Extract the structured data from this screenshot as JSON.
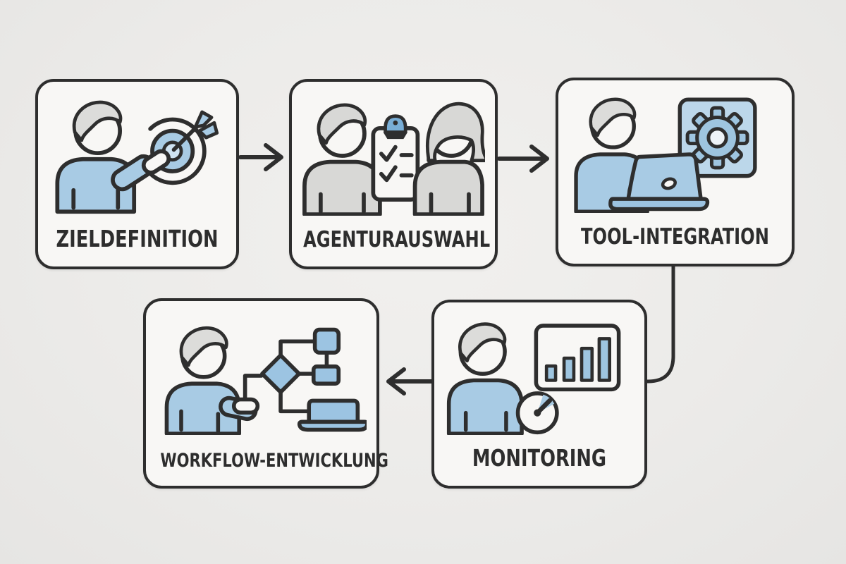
{
  "diagram": {
    "title": "",
    "language": "de",
    "palette": {
      "background": "#ecebe9",
      "box_fill": "#f8f7f5",
      "ink": "#2e2e2e",
      "blue": "#a8cbe4",
      "blue_light": "#cfe3f2",
      "blue_panel": "#bcd7ea",
      "blue_clip": "#79aed6",
      "gray": "#d8d8d6",
      "hair_gray": "#dcdcda"
    },
    "steps": [
      {
        "id": "zieldefinition",
        "label": "ZIELDEFINITION",
        "icon": "person-target-icon"
      },
      {
        "id": "agenturauswahl",
        "label": "AGENTURAUSWAHL",
        "icon": "two-people-checklist-icon"
      },
      {
        "id": "tool-integration",
        "label": "TOOL-INTEGRATION",
        "icon": "person-laptop-gear-icon"
      },
      {
        "id": "monitoring",
        "label": "MONITORING",
        "icon": "person-chart-clock-icon"
      },
      {
        "id": "workflow-entwicklung",
        "label": "WORKFLOW-ENTWICKLUNG",
        "icon": "person-flowchart-laptop-icon"
      }
    ],
    "connections": [
      {
        "from": "zieldefinition",
        "to": "agenturauswahl",
        "shape": "right-arrow"
      },
      {
        "from": "agenturauswahl",
        "to": "tool-integration",
        "shape": "right-arrow"
      },
      {
        "from": "tool-integration",
        "to": "monitoring",
        "shape": "down-left-elbow"
      },
      {
        "from": "monitoring",
        "to": "workflow-entwicklung",
        "shape": "left-arrow"
      }
    ]
  }
}
